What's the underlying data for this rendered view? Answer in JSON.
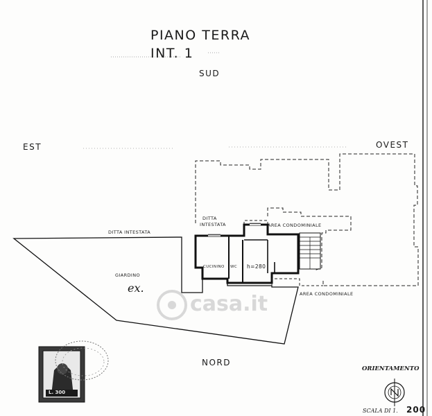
{
  "header": {
    "title_line1": "PIANO TERRA",
    "title_line2": "INT. 1"
  },
  "compass_labels": {
    "south": "SUD",
    "east": "EST",
    "west": "OVEST",
    "north": "NORD"
  },
  "plan_labels": {
    "ditta_intestata_left": "DITTA INTESTATA",
    "ditta_intestata_upper": "DITTA",
    "ditta_intestata_upper2": "INTESTATA",
    "area_condominiale_top": "AREA CONDOMINIALE",
    "area_condominiale_bottom": "AREA CONDOMINIALE",
    "giardino": "GIARDINO",
    "cucinino": "CUCININO",
    "wc": "WC",
    "height": "h=280",
    "signature": "ex."
  },
  "watermark": "casa.it",
  "footer": {
    "orientamento": "ORIENTAMENTO",
    "scale_prefix": "SCALA DI 1.",
    "scale_value": "200"
  },
  "stamp": {
    "value": "L. 300"
  },
  "colors": {
    "ink": "#1a1a1a",
    "paper": "#fdfdfc",
    "watermark": "#d8d8d8"
  }
}
